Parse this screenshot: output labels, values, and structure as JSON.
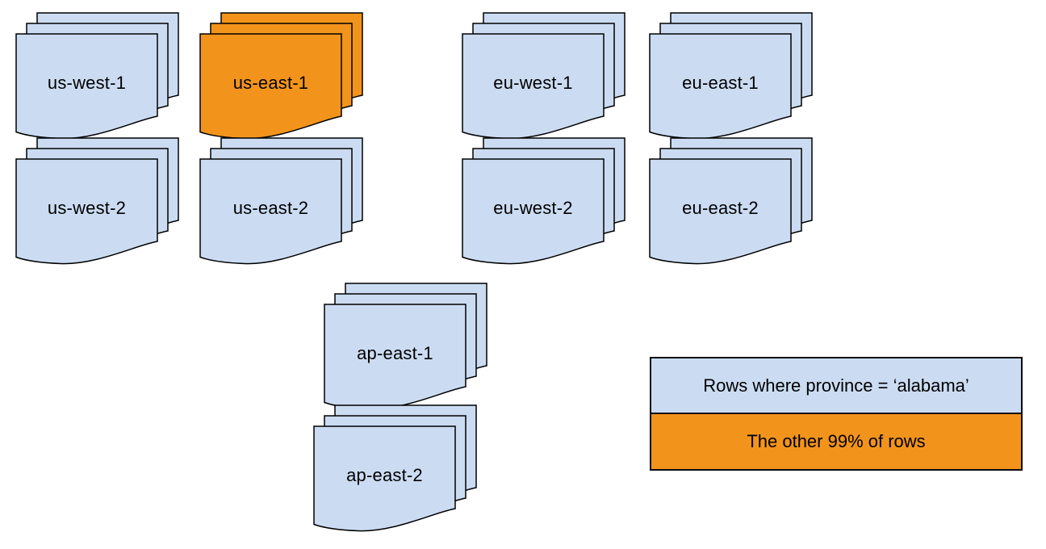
{
  "diagram": {
    "description": "Stacks of document shapes representing data regions; one region highlighted orange",
    "colors": {
      "region_fill": "#cbdcf2",
      "highlight_fill": "#f2941c",
      "stroke": "#000000"
    },
    "regions": [
      {
        "label": "us-west-1",
        "variant": "blue"
      },
      {
        "label": "us-east-1",
        "variant": "orange"
      },
      {
        "label": "us-west-2",
        "variant": "blue"
      },
      {
        "label": "us-east-2",
        "variant": "blue"
      },
      {
        "label": "eu-west-1",
        "variant": "blue"
      },
      {
        "label": "eu-east-1",
        "variant": "blue"
      },
      {
        "label": "eu-west-2",
        "variant": "blue"
      },
      {
        "label": "eu-east-2",
        "variant": "blue"
      },
      {
        "label": "ap-east-1",
        "variant": "blue"
      },
      {
        "label": "ap-east-2",
        "variant": "blue"
      }
    ],
    "legend": {
      "items": [
        {
          "label": "Rows where province = ‘alabama’",
          "color": "#cbdcf2"
        },
        {
          "label": "The other 99% of rows",
          "color": "#f2941c"
        }
      ]
    }
  }
}
